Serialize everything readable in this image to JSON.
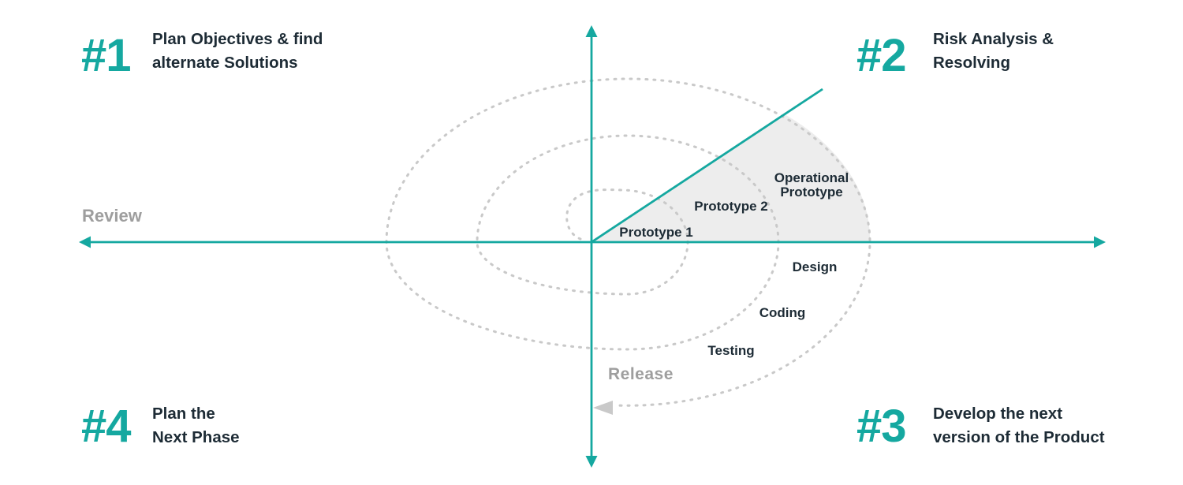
{
  "colors": {
    "teal": "#15A8A0",
    "dark": "#1D2B35",
    "gray_label": "#9E9E9E",
    "spiral_gray": "#C9C9C9",
    "sector": "#EDEDED"
  },
  "phases": [
    {
      "number": "#1",
      "line1": "Plan Objectives & find",
      "line2": "alternate Solutions",
      "position": "top-left"
    },
    {
      "number": "#2",
      "line1": "Risk Analysis &",
      "line2": "Resolving",
      "position": "top-right"
    },
    {
      "number": "#3",
      "line1": "Develop the next",
      "line2": "version of the Product",
      "position": "bottom-right"
    },
    {
      "number": "#4",
      "line1": "Plan the",
      "line2": "Next Phase",
      "position": "bottom-left"
    }
  ],
  "axis_labels": {
    "review": "Review",
    "release": "Release"
  },
  "spiral_labels": {
    "prototype1": "Prototype 1",
    "prototype2": "Prototype 2",
    "operational_line1": "Operational",
    "operational_line2": "Prototype",
    "design": "Design",
    "coding": "Coding",
    "testing": "Testing"
  }
}
